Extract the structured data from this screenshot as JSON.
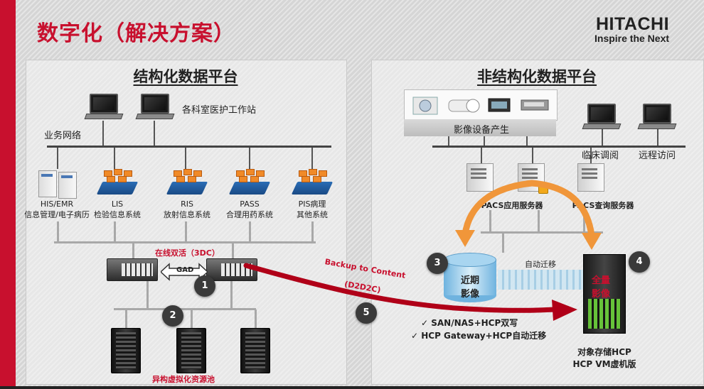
{
  "header": {
    "title": "数字化（解决方案）",
    "logo_main": "HITACHI",
    "logo_sub": "Inspire the Next"
  },
  "left_panel": {
    "title": "结构化数据平台",
    "workstation_label": "各科室医护工作站",
    "network_label": "业务网络",
    "systems": [
      {
        "code": "HIS/EMR",
        "desc": "信息管理/电子病历"
      },
      {
        "code": "LIS",
        "desc": "检验信息系统"
      },
      {
        "code": "RIS",
        "desc": "放射信息系统"
      },
      {
        "code": "PASS",
        "desc": "合理用药系统"
      },
      {
        "code": "PIS病理",
        "desc": "其他系统"
      }
    ],
    "active_active_label": "在线双活（3DC）",
    "gad_label": "GAD",
    "pool_label": "异构虚拟化资源池"
  },
  "right_panel": {
    "title": "非结构化数据平台",
    "imaging_label": "影像设备产生",
    "clinical_label": "临床调阅",
    "remote_label": "远程访问",
    "pacs_app_label": "PACS应用服务器",
    "pacs_query_label": "PACS查询服务器",
    "near_label_1": "近期",
    "near_label_2": "影像",
    "full_label_1": "全量",
    "full_label_2": "影像",
    "auto_migrate_label": "自动迁移",
    "checks": [
      "SAN/NAS+HCP双写",
      "HCP Gateway+HCP自动迁移"
    ],
    "hcp_label_1": "对象存储HCP",
    "hcp_label_2": "HCP VM虚机版"
  },
  "backup": {
    "line1": "Backup to Content",
    "line2": "(D2D2C)"
  },
  "badges": [
    "1",
    "2",
    "3",
    "4",
    "5"
  ],
  "colors": {
    "accent": "#c8102e",
    "dark": "#3a3a3a",
    "storage_blue": "#6fb3df",
    "arrow_orange": "#f0963a"
  }
}
